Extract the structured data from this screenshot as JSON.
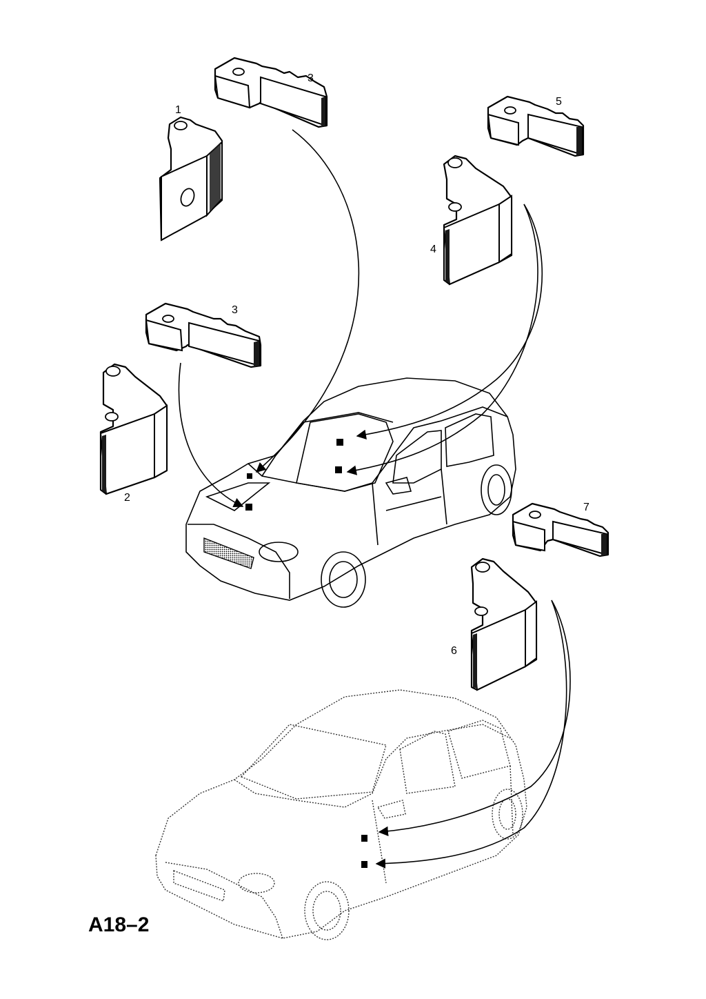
{
  "diagram": {
    "reference_code": "A18–2",
    "callouts": [
      {
        "id": "c1",
        "label": "1"
      },
      {
        "id": "c2",
        "label": "2"
      },
      {
        "id": "c3a",
        "label": "3"
      },
      {
        "id": "c3b",
        "label": "3"
      },
      {
        "id": "c4",
        "label": "4"
      },
      {
        "id": "c5",
        "label": "5"
      },
      {
        "id": "c6",
        "label": "6"
      },
      {
        "id": "c7",
        "label": "7"
      }
    ]
  }
}
